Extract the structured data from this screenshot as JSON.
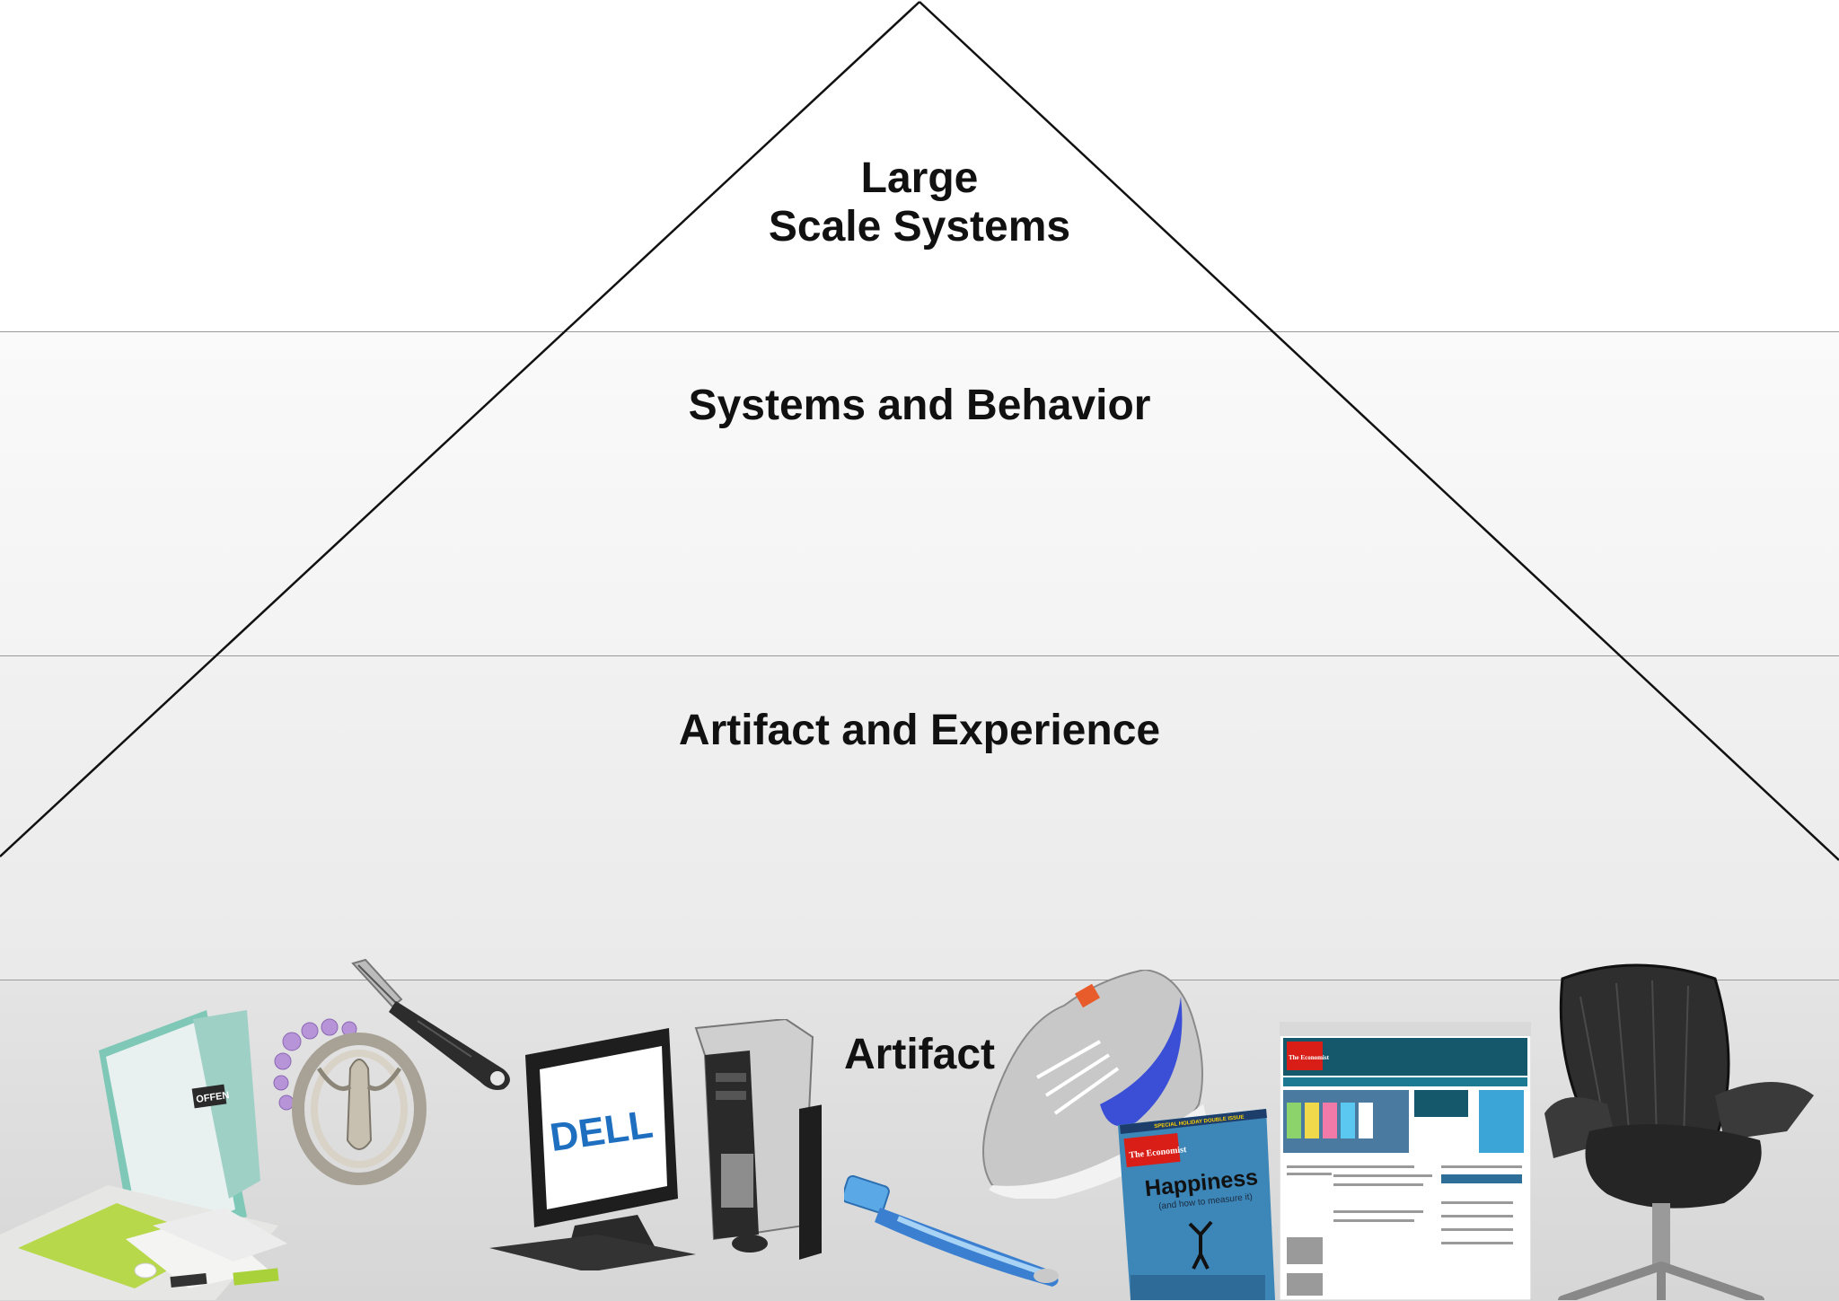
{
  "pyramid": {
    "levels": [
      {
        "name": "Large",
        "name_line2": "Scale Systems"
      },
      {
        "name": "Systems and Behavior"
      },
      {
        "name": "Artifact and Experience"
      },
      {
        "name": "Artifact"
      }
    ]
  },
  "artifacts": {
    "computer_brand": "DELL",
    "magazine_banner": "SPECIAL HOLIDAY DOUBLE ISSUE",
    "magazine_title": "The Economist",
    "magazine_headline": "Happiness",
    "magazine_subhead": "(and how to measure it)",
    "website_logo": "The Economist",
    "stationery_sign": "OFFEN"
  },
  "colors": {
    "line": "#111111",
    "dell_blue": "#1f6fc0",
    "nike_blue": "#3b4fd6",
    "economist_red": "#d91e18",
    "stationery_green": "#a9d13a"
  }
}
